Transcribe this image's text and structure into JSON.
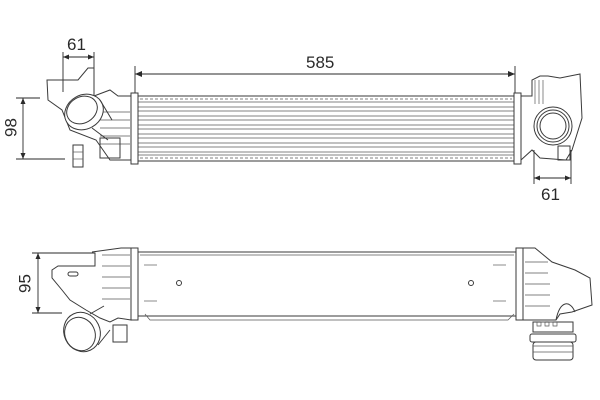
{
  "drawing": {
    "subject": "Intercooler technical drawing",
    "views": [
      {
        "name": "top-view"
      },
      {
        "name": "bottom-view"
      }
    ],
    "dimensions": {
      "top_left_width": "61",
      "overall_length": "585",
      "top_height": "98",
      "right_outlet_width": "61",
      "bottom_height": "95"
    },
    "colors": {
      "line": "#3a3a3a",
      "background": "#ffffff"
    }
  }
}
